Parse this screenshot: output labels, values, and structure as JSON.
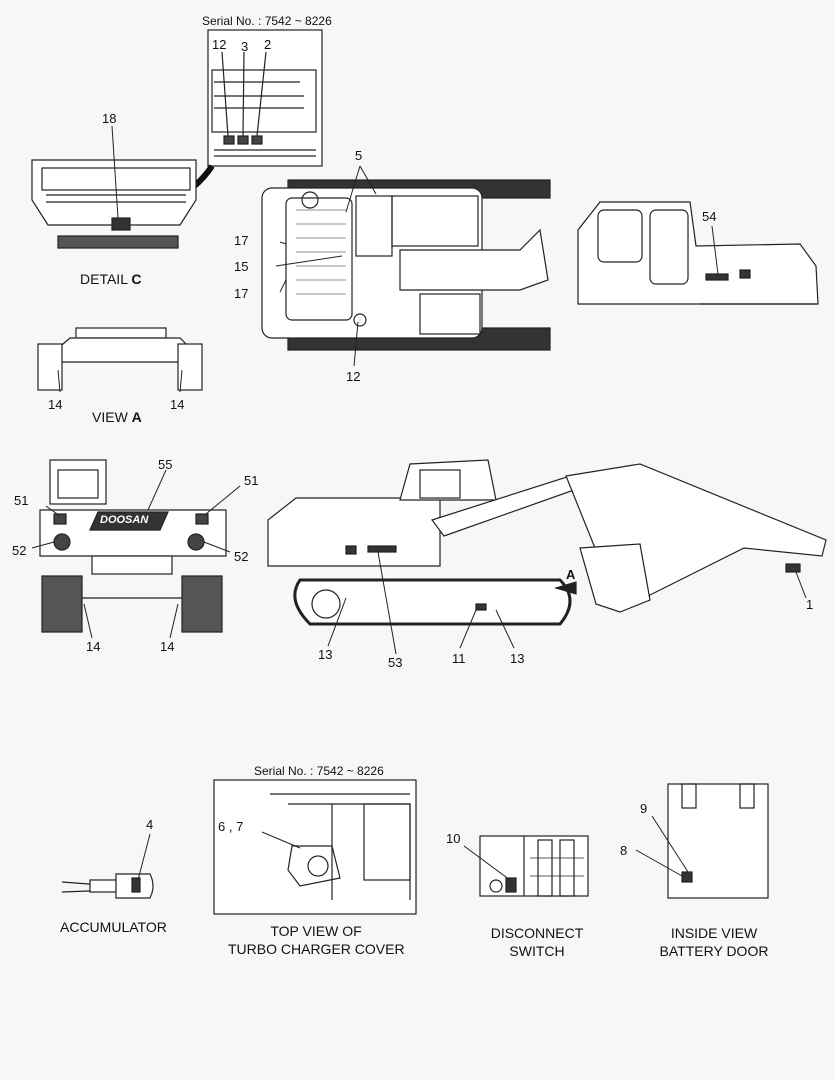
{
  "serial_top": "Serial No. : 7542 ~ 8226",
  "serial_turbo": "Serial No. : 7542 ~ 8226",
  "captions": {
    "detail_c": "DETAIL",
    "detail_c_letter": "C",
    "view_a": "VIEW",
    "view_a_letter": "A",
    "accumulator": "ACCUMULATOR",
    "turbo_line1": "TOP VIEW OF",
    "turbo_line2": "TURBO CHARGER COVER",
    "disconnect_line1": "DISCONNECT",
    "disconnect_line2": "SWITCH",
    "battery_line1": "INSIDE VIEW",
    "battery_line2": "BATTERY DOOR"
  },
  "brand": "DOOSAN",
  "arrow_a": "A",
  "callouts": {
    "inset_12": "12",
    "inset_3": "3",
    "inset_2": "2",
    "c18": "18",
    "top_5": "5",
    "top_17a": "17",
    "top_15": "15",
    "top_17b": "17",
    "top_12": "12",
    "c54": "54",
    "va_14a": "14",
    "va_14b": "14",
    "r55": "55",
    "r51a": "51",
    "r51b": "51",
    "r52a": "52",
    "r52b": "52",
    "r14a": "14",
    "r14b": "14",
    "s13a": "13",
    "s53": "53",
    "s11": "11",
    "s13b": "13",
    "s1": "1",
    "acc_4": "4",
    "turbo_67": "6 , 7",
    "disc_10": "10",
    "bat_9": "9",
    "bat_8": "8"
  }
}
